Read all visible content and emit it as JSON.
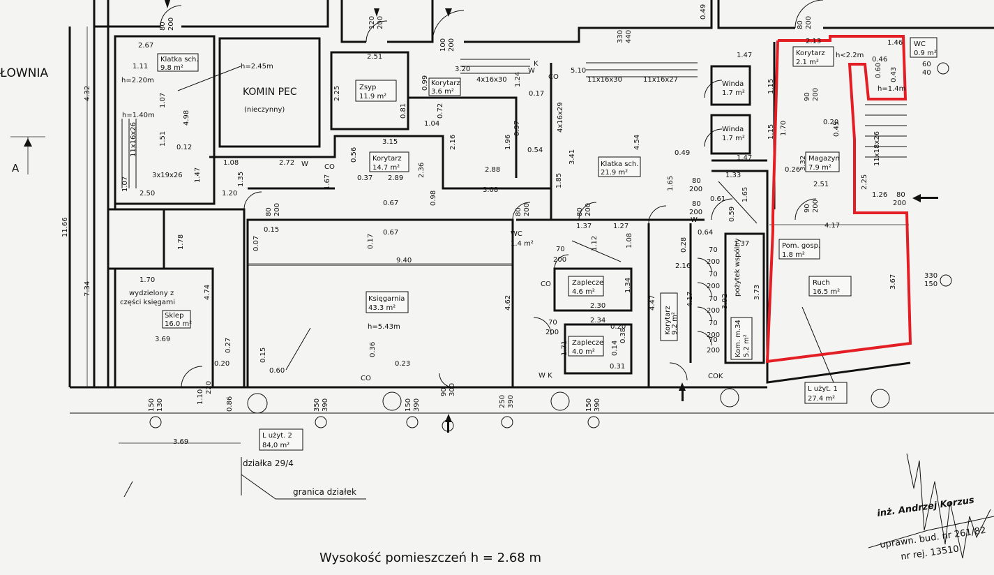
{
  "rooms": [
    {
      "id": "klatka1",
      "name": "Klatka sch.",
      "area": "9.8 m²"
    },
    {
      "id": "komin",
      "name": "KOMIN PEC",
      "note": "(nieczynny)",
      "height": "h=2.45m"
    },
    {
      "id": "zsyp",
      "name": "Zsyp",
      "area": "11.9 m²"
    },
    {
      "id": "korytarz1",
      "name": "Korytarz",
      "area": "3.6 m²"
    },
    {
      "id": "korytarz2",
      "name": "Korytarz",
      "area": "14.7 m²"
    },
    {
      "id": "klatka2",
      "name": "Klatka sch.",
      "area": "21.9 m²"
    },
    {
      "id": "winda1",
      "name": "Winda",
      "area": "1.7 m²"
    },
    {
      "id": "winda2",
      "name": "Winda",
      "area": "1.7 m²"
    },
    {
      "id": "korytarz3",
      "name": "Korytarz",
      "area": "2.1 m²"
    },
    {
      "id": "wc1",
      "name": "WC",
      "area": "0.9 m²"
    },
    {
      "id": "magazyn",
      "name": "Magazyn",
      "area": "7.9 m²"
    },
    {
      "id": "pomgosp",
      "name": "Pom. gosp.",
      "area": "1.8 m²"
    },
    {
      "id": "ruch",
      "name": "Ruch",
      "area": "16.5 m²"
    },
    {
      "id": "ksiegarnia",
      "name": "Księgarnia",
      "area": "43.3 m²",
      "height": "h=5.43m"
    },
    {
      "id": "wc2",
      "name": "WC",
      "area": "1.4 m²"
    },
    {
      "id": "zaplecze1",
      "name": "Zaplecze",
      "area": "4.6 m²"
    },
    {
      "id": "zaplecze2",
      "name": "Zaplecze",
      "area": "4.0 m²"
    },
    {
      "id": "korytarz4",
      "name": "Korytarz",
      "area": "9.2 m²"
    },
    {
      "id": "kom",
      "name": "Kom. m.34",
      "area": "5.2 m²"
    },
    {
      "id": "sklep",
      "name": "Sklep",
      "area": "16.0 m²",
      "note1": "wydzielony z",
      "note2": "części księgarni"
    }
  ],
  "units": [
    {
      "name": "L użyt. 1",
      "area": "27.4 m²"
    },
    {
      "name": "L użyt. 2",
      "area": "84,0 m²"
    }
  ],
  "labels": {
    "left_room": "ŁOWNIA",
    "section_mark": "A",
    "dzialka": "działka 29/4",
    "granica": "granica działek",
    "wspolny": "pożytek wspólny",
    "footer": "Wysokość pomieszczeń h = 2.68 m",
    "stamp_line1": "inż. Andrzej Korzus",
    "stamp_line2": "uprawn. bud. nr 261/82",
    "stamp_line3": "nr rej. 13510"
  },
  "dimensions": {
    "d_267": "2.67",
    "d_111": "1.11",
    "d_h220": "h=2.20m",
    "d_h140": "h=1.40m",
    "d_107": "1.07",
    "d_151": "1.51",
    "d_498": "4.98",
    "d_012": "0.12",
    "d_250": "2.50",
    "d_107b": "1.07",
    "d_147": "1.47",
    "d_108": "1.08",
    "d_135": "1.35",
    "d_120": "1.20",
    "d_272": "2.72",
    "d_251": "2.51",
    "d_225": "2.25",
    "d_099": "0.99",
    "d_320": "3.20",
    "d_124": "1.24",
    "d_510": "5.10",
    "d_017": "0.17",
    "d_315": "3.15",
    "d_081": "0.81",
    "d_072": "0.72",
    "d_104": "1.04",
    "d_216": "2.16",
    "d_196": "1.96",
    "d_097": "0.97",
    "d_054": "0.54",
    "d_056": "0.56",
    "d_037": "0.37",
    "d_289": "2.89",
    "d_236": "2.36",
    "d_167": "1.67",
    "d_288": "2.88",
    "d_308": "3.08",
    "d_098": "0.98",
    "d_067": "0.67",
    "d_067b": "0.67",
    "d_017b": "0.17",
    "d_341": "3.41",
    "d_185": "1.85",
    "d_454": "4.54",
    "d_147b": "1.47",
    "d_147c": "1.47",
    "d_213": "2.13",
    "d_146": "1.46",
    "d_046": "0.46",
    "d_043": "0.43",
    "d_060": "0.60",
    "d_h22": "h<2.2m",
    "d_h14": "h=1.4m",
    "d_115": "1.15",
    "d_115b": "1.15",
    "d_170": "1.70",
    "d_020": "0.20",
    "d_045": "0.45",
    "d_332": "3.32",
    "d_026": "0.26",
    "d_049": "0.49",
    "d_133": "1.33",
    "d_061": "0.61",
    "d_165": "1.65",
    "d_059": "0.59",
    "d_165b": "1.65",
    "d_251b": "2.51",
    "d_225b": "2.25",
    "d_126": "1.26",
    "d_417": "4.17",
    "d_367": "3.67",
    "d_940": "9.40",
    "d_462": "4.62",
    "d_015": "0.15",
    "d_007": "0.07",
    "d_178": "1.78",
    "d_170b": "1.70",
    "d_474": "4.74",
    "d_369": "3.69",
    "d_027": "0.27",
    "d_020b": "0.20",
    "d_015b": "0.15",
    "d_060b": "0.60",
    "d_036": "0.36",
    "d_023": "0.23",
    "d_137": "1.37",
    "d_127": "1.27",
    "d_112": "1.12",
    "d_108b": "1.08",
    "d_134": "1.34",
    "d_230": "2.30",
    "d_234": "2.34",
    "d_020c": "0.20",
    "d_171": "1.71",
    "d_014": "0.14",
    "d_038": "0.38",
    "d_031": "0.31",
    "d_447": "4.47",
    "d_417b": "4.17",
    "d_216b": "2.16",
    "d_064": "0.64",
    "d_028": "0.28",
    "d_137b": "1.37",
    "d_392": "3.92",
    "d_373": "3.73",
    "d_1166": "11.66",
    "d_734": "7.34",
    "d_432": "4.32",
    "d_369b": "3.69",
    "d_086": "0.86",
    "d_110": "1.10",
    "d_220": "220"
  },
  "stairs": {
    "s1": "11x16x26",
    "s2": "3x19x26",
    "s3": "4x16x30",
    "s4": "11x16x30",
    "s5": "11x16x27",
    "s6": "4x16x29",
    "s7": "11x18x26"
  },
  "doors": {
    "d80": "80",
    "d200": "200",
    "d120": "120",
    "d100": "100",
    "d90": "90",
    "d70": "70",
    "d60": "60",
    "d40": "40",
    "d330": "330",
    "d440": "440",
    "d049": "0.49",
    "d150": "150",
    "d130": "130",
    "d350": "350",
    "d390": "390",
    "d300": "300",
    "d250": "250",
    "d150b": "150"
  },
  "markers": {
    "co": "CO",
    "w": "W",
    "k": "K",
    "cok": "COK",
    "wk": "W K"
  },
  "colors": {
    "highlight": "#e31e24",
    "line": "#111111",
    "paper": "#f4f4f2"
  }
}
